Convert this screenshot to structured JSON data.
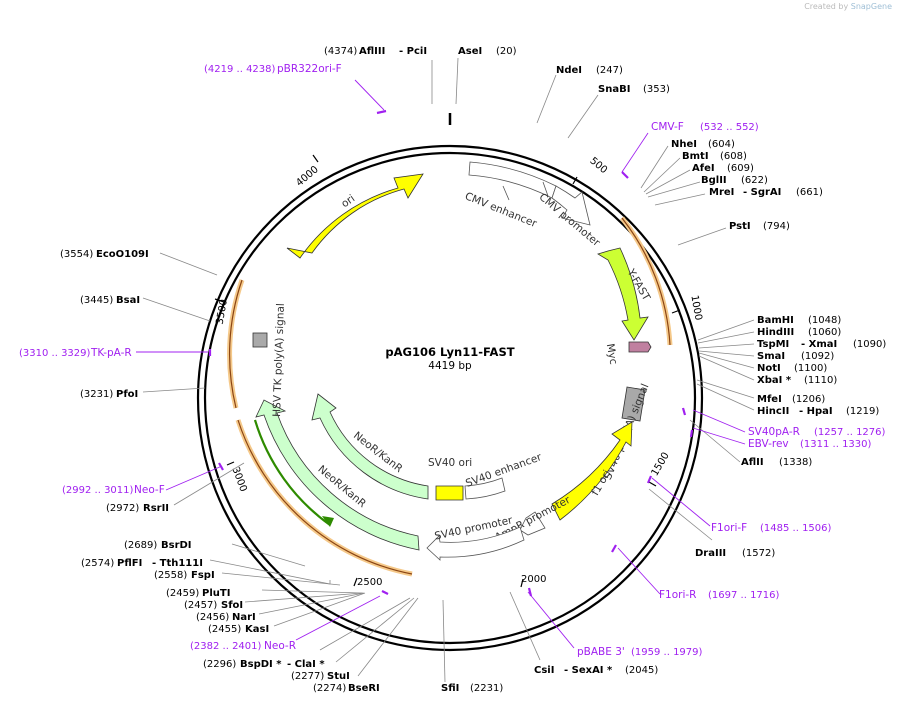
{
  "credit": {
    "prefix": "Created by",
    "brand": "SnapGene"
  },
  "plasmid": {
    "name": "pAG106 Lyn11-FAST",
    "length_label": "4419 bp",
    "length": 4419
  },
  "ticks": [
    "500",
    "1000",
    "1500",
    "2000",
    "2500",
    "3000",
    "3500",
    "4000"
  ],
  "features": [
    {
      "name": "ori",
      "color": "#ffff00",
      "label": "ori"
    },
    {
      "name": "cmv-enhancer",
      "color": "#ffffff",
      "label": "CMV enhancer"
    },
    {
      "name": "cmv-promoter",
      "color": "#ffffff",
      "label": "CMV promoter"
    },
    {
      "name": "y-fast",
      "color": "#ccff33",
      "label": "Y-FAST"
    },
    {
      "name": "myc",
      "color": "#c080a0",
      "label": "Myc"
    },
    {
      "name": "sv40-polya",
      "color": "#a9a9a9",
      "label": "SV40 poly(A) signal"
    },
    {
      "name": "f1-ori",
      "color": "#ffff00",
      "label": "f1 ori"
    },
    {
      "name": "ampr-promoter",
      "color": "#ffffff",
      "label": "AmpR promoter"
    },
    {
      "name": "sv40-promoter",
      "color": "#ffffff",
      "label": "SV40 promoter"
    },
    {
      "name": "sv40-enhancer",
      "color": "#ffffff",
      "label": "SV40 enhancer"
    },
    {
      "name": "sv40-ori",
      "color": "#ffff00",
      "label": "SV40 ori"
    },
    {
      "name": "neor-kanr-outer",
      "color": "#ccffcc",
      "label": "NeoR/KanR"
    },
    {
      "name": "neor-kanr-inner",
      "color": "#ccffcc",
      "label": "NeoR/KanR"
    },
    {
      "name": "hsv-tk-polya",
      "color": "#a9a9a9",
      "label": "HSV TK poly(A) signal"
    }
  ],
  "sites": [
    {
      "pos": "(4374)",
      "name": "AflIII",
      "extra": "- PciI"
    },
    {
      "pos": "(20)",
      "name": "AseI",
      "extra": ""
    },
    {
      "pos": "(247)",
      "name": "NdeI",
      "extra": ""
    },
    {
      "pos": "(353)",
      "name": "SnaBI",
      "extra": ""
    },
    {
      "pos": "(604)",
      "name": "NheI",
      "extra": ""
    },
    {
      "pos": "(608)",
      "name": "BmtI",
      "extra": ""
    },
    {
      "pos": "(609)",
      "name": "AfeI",
      "extra": ""
    },
    {
      "pos": "(622)",
      "name": "BglII",
      "extra": ""
    },
    {
      "pos": "(661)",
      "name": "MreI",
      "extra": "- SgrAI"
    },
    {
      "pos": "(794)",
      "name": "PstI",
      "extra": ""
    },
    {
      "pos": "(1048)",
      "name": "BamHI",
      "extra": ""
    },
    {
      "pos": "(1060)",
      "name": "HindIII",
      "extra": ""
    },
    {
      "pos": "(1090)",
      "name": "TspMI",
      "extra": "- XmaI"
    },
    {
      "pos": "(1092)",
      "name": "SmaI",
      "extra": ""
    },
    {
      "pos": "(1100)",
      "name": "NotI",
      "extra": ""
    },
    {
      "pos": "(1110)",
      "name": "XbaI *",
      "extra": ""
    },
    {
      "pos": "(1206)",
      "name": "MfeI",
      "extra": ""
    },
    {
      "pos": "(1219)",
      "name": "HincII",
      "extra": "- HpaI"
    },
    {
      "pos": "(1338)",
      "name": "AflII",
      "extra": ""
    },
    {
      "pos": "(1572)",
      "name": "DraIII",
      "extra": ""
    },
    {
      "pos": "(2045)",
      "name": "CsiI",
      "extra": "- SexAI *"
    },
    {
      "pos": "(2231)",
      "name": "SfiI",
      "extra": ""
    },
    {
      "pos": "(2274)",
      "name": "BseRI",
      "extra": ""
    },
    {
      "pos": "(2277)",
      "name": "StuI",
      "extra": ""
    },
    {
      "pos": "(2296)",
      "name": "BspDI *",
      "extra": "- ClaI *"
    },
    {
      "pos": "(2455)",
      "name": "KasI",
      "extra": ""
    },
    {
      "pos": "(2456)",
      "name": "NarI",
      "extra": ""
    },
    {
      "pos": "(2457)",
      "name": "SfoI",
      "extra": ""
    },
    {
      "pos": "(2459)",
      "name": "PluTI",
      "extra": ""
    },
    {
      "pos": "(2558)",
      "name": "FspI",
      "extra": ""
    },
    {
      "pos": "(2574)",
      "name": "PflFI",
      "extra": "- Tth111I"
    },
    {
      "pos": "(2689)",
      "name": "BsrDI",
      "extra": ""
    },
    {
      "pos": "(2972)",
      "name": "RsrII",
      "extra": ""
    },
    {
      "pos": "(3231)",
      "name": "PfoI",
      "extra": ""
    },
    {
      "pos": "(3445)",
      "name": "BsaI",
      "extra": ""
    },
    {
      "pos": "(3554)",
      "name": "EcoO109I",
      "extra": ""
    }
  ],
  "primers": [
    {
      "range": "(4219 .. 4238)",
      "name": "pBR322ori-F"
    },
    {
      "range": "(532 .. 552)",
      "name": "CMV-F"
    },
    {
      "range": "(1257 .. 1276)",
      "name": "SV40pA-R"
    },
    {
      "range": "(1311 .. 1330)",
      "name": "EBV-rev"
    },
    {
      "range": "(1485 .. 1506)",
      "name": "F1ori-F"
    },
    {
      "range": "(1697 .. 1716)",
      "name": "F1ori-R"
    },
    {
      "range": "(1959 .. 1979)",
      "name": "pBABE 3'"
    },
    {
      "range": "(2382 .. 2401)",
      "name": "Neo-R"
    },
    {
      "range": "(2992 .. 3011)",
      "name": "Neo-F"
    },
    {
      "range": "(3310 .. 3329)",
      "name": "TK-pA-R"
    }
  ],
  "colors": {
    "backbone": "#000000",
    "primer": "#a020f0",
    "orf_highlight": "#f5c98a",
    "orf_line": "#b8860b"
  }
}
